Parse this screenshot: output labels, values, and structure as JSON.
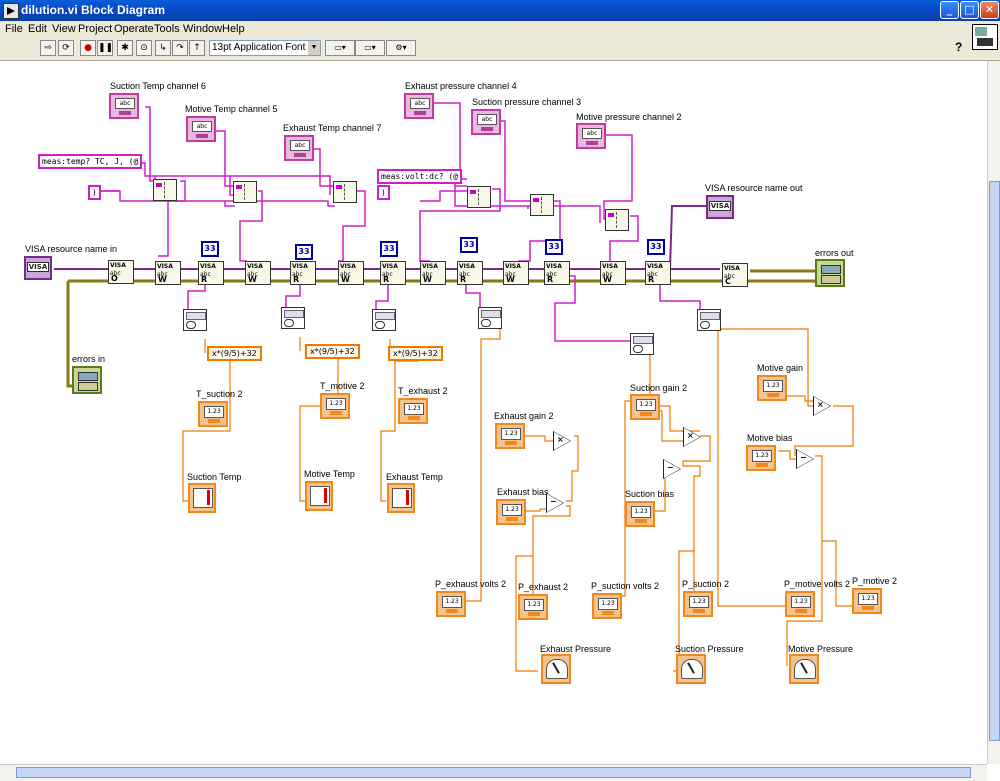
{
  "window": {
    "title": "dilution.vi Block Diagram",
    "minimize": "_",
    "maximize": "□",
    "close": "✕"
  },
  "menu": [
    "File",
    "Edit",
    "View",
    "Project",
    "Operate",
    "Tools",
    "Window",
    "Help"
  ],
  "toolbar": {
    "font_select": "13pt Application Font",
    "help": "?"
  },
  "labels": {
    "suction_temp_ch": "Suction Temp channel 6",
    "motive_temp_ch": "Motive Temp channel 5",
    "exhaust_temp_ch": "Exhaust Temp channel 7",
    "exhaust_press_ch": "Exhaust pressure channel 4",
    "suction_press_ch": "Suction pressure channel 3",
    "motive_press_ch": "Motive pressure channel 2",
    "visa_in": "VISA resource name in",
    "visa_out": "VISA resource name out",
    "errors_in": "errors in",
    "errors_out": "errors out",
    "t_suction": "T_suction 2",
    "t_motive": "T_motive 2",
    "t_exhaust": "T_exhaust 2",
    "suction_temp": "Suction Temp",
    "motive_temp": "Motive Temp",
    "exhaust_temp": "Exhaust Temp",
    "exhaust_gain": "Exhaust gain 2",
    "exhaust_bias": "Exhaust bias",
    "suction_gain": "Suction gain 2",
    "suction_bias": "Suction bias",
    "motive_gain": "Motive gain",
    "motive_bias": "Motive bias",
    "p_exhaust_volts": "P_exhaust volts 2",
    "p_exhaust": "P_exhaust 2",
    "p_suction_volts": "P_suction volts 2",
    "p_suction": "P_suction 2",
    "p_motive_volts": "P_motive volts 2",
    "p_motive": "P_motive 2",
    "exhaust_pressure": "Exhaust Pressure",
    "suction_pressure": "Suction Pressure",
    "motive_pressure": "Motive Pressure"
  },
  "constants": {
    "temp_cmd": "meas:temp? TC, J, (@",
    "volt_cmd": "meas:volt:dc? (@",
    "paren1": ")",
    "paren2": ")",
    "n33": "33",
    "formula": "x*(9/5)+32"
  },
  "colors": {
    "string_wire": "#d01ec8",
    "numeric_wire": "#f07a00",
    "error_wire": "#8a7a10",
    "visa_wire": "#7a2a8a",
    "titlebar": "#0547c4"
  }
}
